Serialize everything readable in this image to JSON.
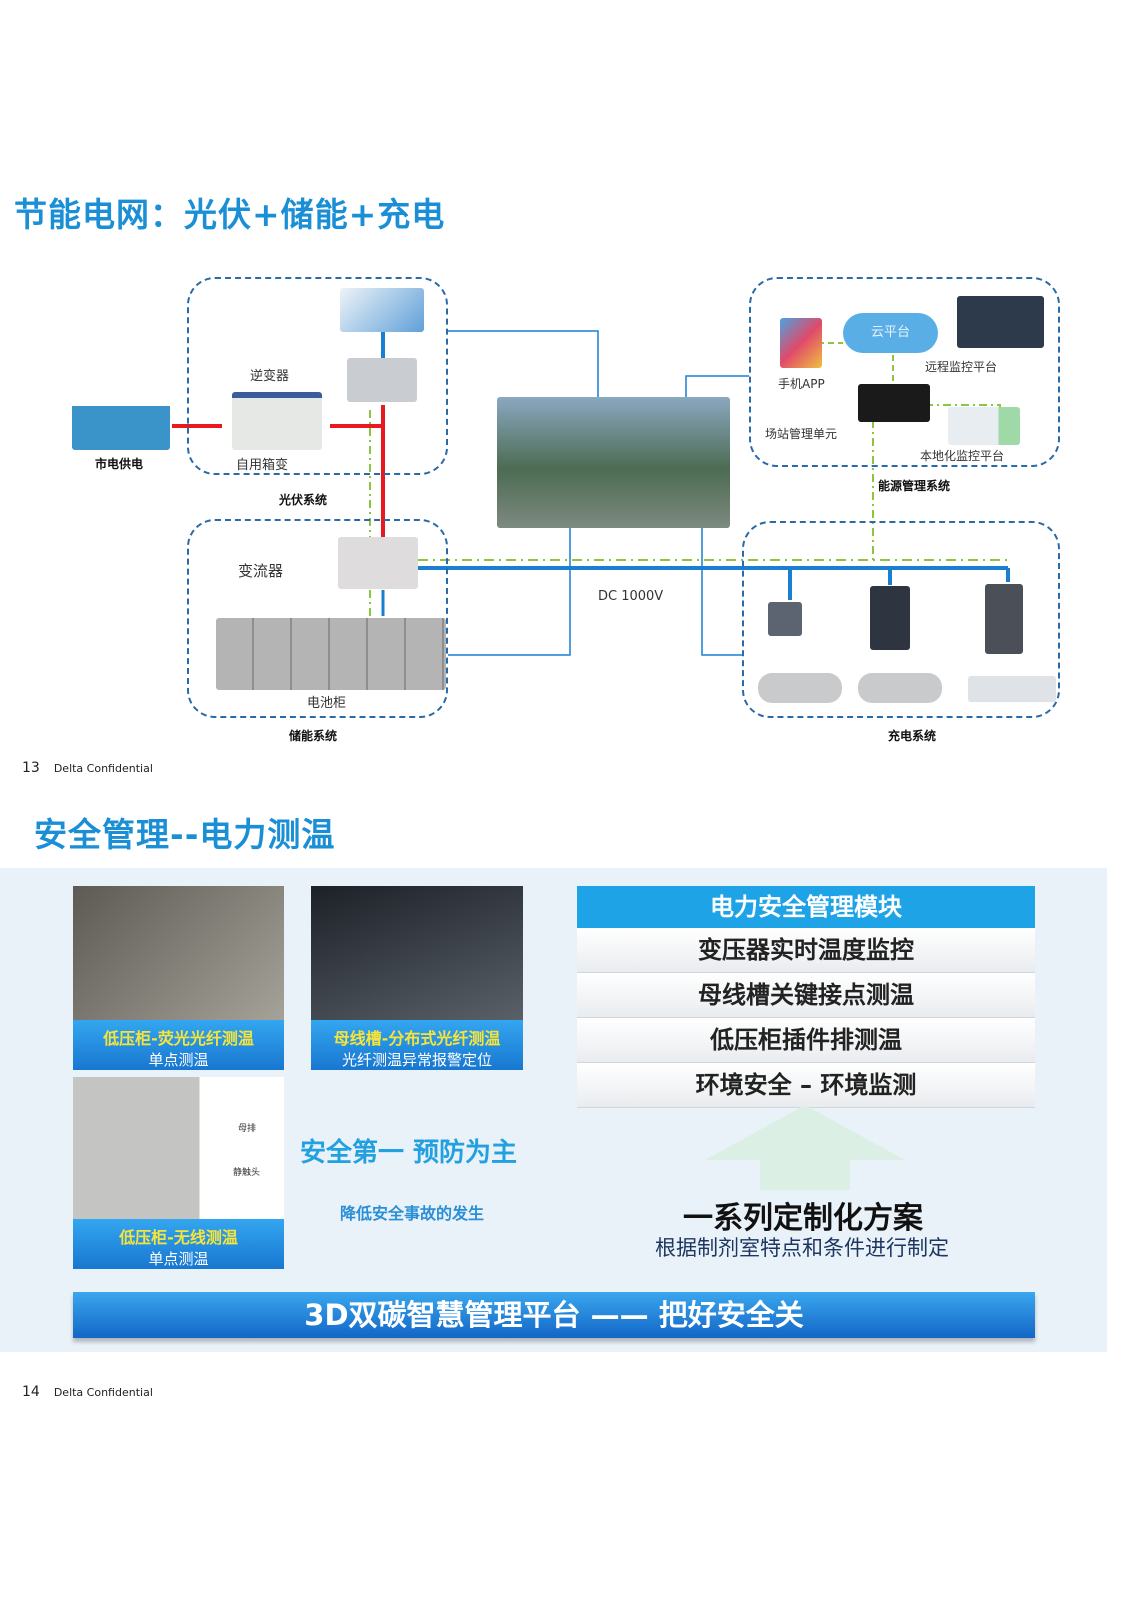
{
  "page1": {
    "title": "节能电网：光伏+储能+充电",
    "labels": {
      "grid": "市电供电",
      "inverter": "逆变器",
      "box_transformer": "自用箱变",
      "pv_system": "光伏系统",
      "converter": "变流器",
      "battery": "电池柜",
      "storage_system": "储能系统",
      "dc": "DC  1000V",
      "app": "手机APP",
      "cloud": "云平台",
      "remote": "远程监控平台",
      "station_unit": "场站管理单元",
      "local": "本地化监控平台",
      "ems": "能源管理系统",
      "charging_system": "充电系统"
    },
    "footer": {
      "page": "13",
      "text": "Delta Confidential"
    }
  },
  "page2": {
    "title": "安全管理--电力测温",
    "cards": [
      {
        "title": "低压柜-荧光光纤测温",
        "sub": "单点测温"
      },
      {
        "title": "母线槽-分布式光纤测温",
        "sub": "光纤测温异常报警定位"
      },
      {
        "title": "低压柜-无线测温",
        "sub": "单点测温",
        "tags": [
          "母排",
          "静触头"
        ]
      }
    ],
    "slogan": "安全第一 预防为主",
    "slogan_sub": "降低安全事故的发生",
    "module": {
      "header": "电力安全管理模块",
      "rows": [
        "变压器实时温度监控",
        "母线槽关键接点测温",
        "低压柜插件排测温",
        "环境安全 – 环境监测"
      ]
    },
    "solution": "一系列定制化方案",
    "solution_sub": "根据制剂室特点和条件进行制定",
    "banner": "3D双碳智慧管理平台 —— 把好安全关",
    "footer": {
      "page": "14",
      "text": "Delta Confidential"
    }
  }
}
